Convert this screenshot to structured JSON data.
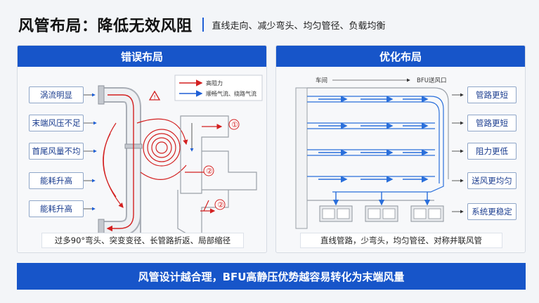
{
  "header": {
    "title": "风管布局：降低无效风阻",
    "subtitle": "直线走向、减少弯头、均匀管径、负载均衡"
  },
  "left_panel": {
    "title": "错误布局",
    "labels": [
      "涡流明显",
      "末端风压不足",
      "首尾风量不均",
      "能耗升高",
      "能耗升高"
    ],
    "legend": {
      "high_resistance": "高阻力",
      "smooth_flow": "顺畅气流、绕路气流"
    },
    "markers": [
      "①",
      "②",
      "②"
    ],
    "warning_icon": "warning-triangle-icon",
    "caption": "过多90°弯头、突变变径、长管路折返、局部缩径"
  },
  "right_panel": {
    "title": "优化布局",
    "top_labels": {
      "left": "车间",
      "right": "BFU送风口"
    },
    "labels": [
      "管路更短",
      "管路更短",
      "阻力更低",
      "送风更均匀",
      "系统更稳定"
    ],
    "caption": "直线管路，少弯头，均匀管径、对称并联风管"
  },
  "footer": {
    "text": "风管设计越合理，BFU高静压优势越容易转化为末端风量"
  },
  "colors": {
    "brand_blue": "#1755c9",
    "flow_red": "#d32020",
    "flow_blue": "#2a6fdb",
    "duct_gray": "#9aa0a8"
  }
}
